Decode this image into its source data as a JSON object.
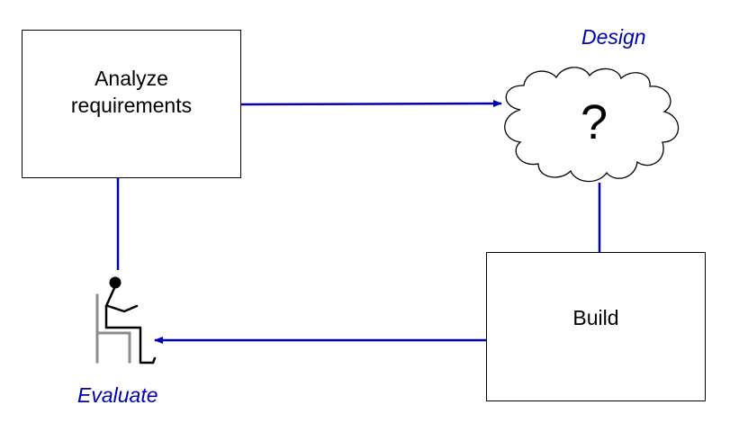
{
  "colors": {
    "connector": "#0000b3",
    "label": "#0000b3",
    "border": "#000000",
    "chair": "#8c8c8c",
    "figure": "#000000"
  },
  "nodes": {
    "analyze": {
      "lines": [
        "Analyze",
        "requirements"
      ]
    },
    "design": {
      "label": "Design",
      "symbol": "?",
      "shape": "cloud"
    },
    "build": {
      "label": "Build"
    },
    "evaluate": {
      "label": "Evaluate",
      "icon": "seated-person-icon"
    }
  }
}
